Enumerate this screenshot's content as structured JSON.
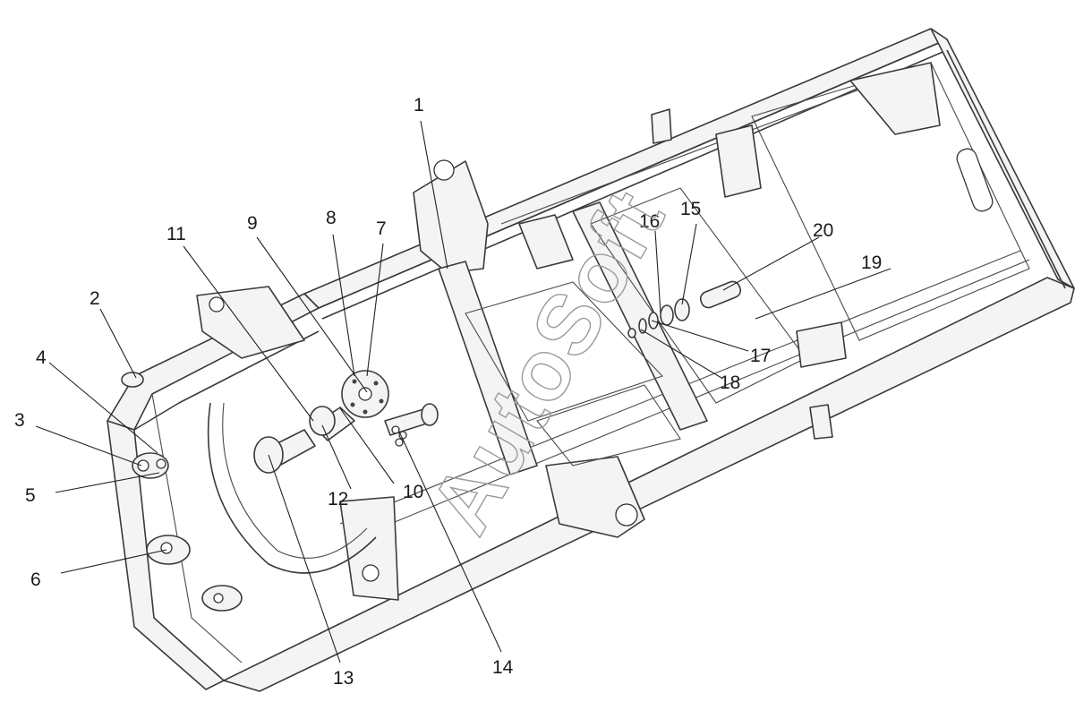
{
  "watermark": "AutoSoft",
  "callouts": [
    {
      "id": "c1",
      "text": "1"
    },
    {
      "id": "c2",
      "text": "2"
    },
    {
      "id": "c3",
      "text": "3"
    },
    {
      "id": "c4",
      "text": "4"
    },
    {
      "id": "c5",
      "text": "5"
    },
    {
      "id": "c6",
      "text": "6"
    },
    {
      "id": "c7",
      "text": "7"
    },
    {
      "id": "c8",
      "text": "8"
    },
    {
      "id": "c9",
      "text": "9"
    },
    {
      "id": "c10",
      "text": "10"
    },
    {
      "id": "c11",
      "text": "11"
    },
    {
      "id": "c12",
      "text": "12"
    },
    {
      "id": "c13",
      "text": "13"
    },
    {
      "id": "c14",
      "text": "14"
    },
    {
      "id": "c15",
      "text": "15"
    },
    {
      "id": "c16",
      "text": "16"
    },
    {
      "id": "c17",
      "text": "17"
    },
    {
      "id": "c18",
      "text": "18"
    },
    {
      "id": "c19",
      "text": "19"
    },
    {
      "id": "c20",
      "text": "20"
    }
  ]
}
